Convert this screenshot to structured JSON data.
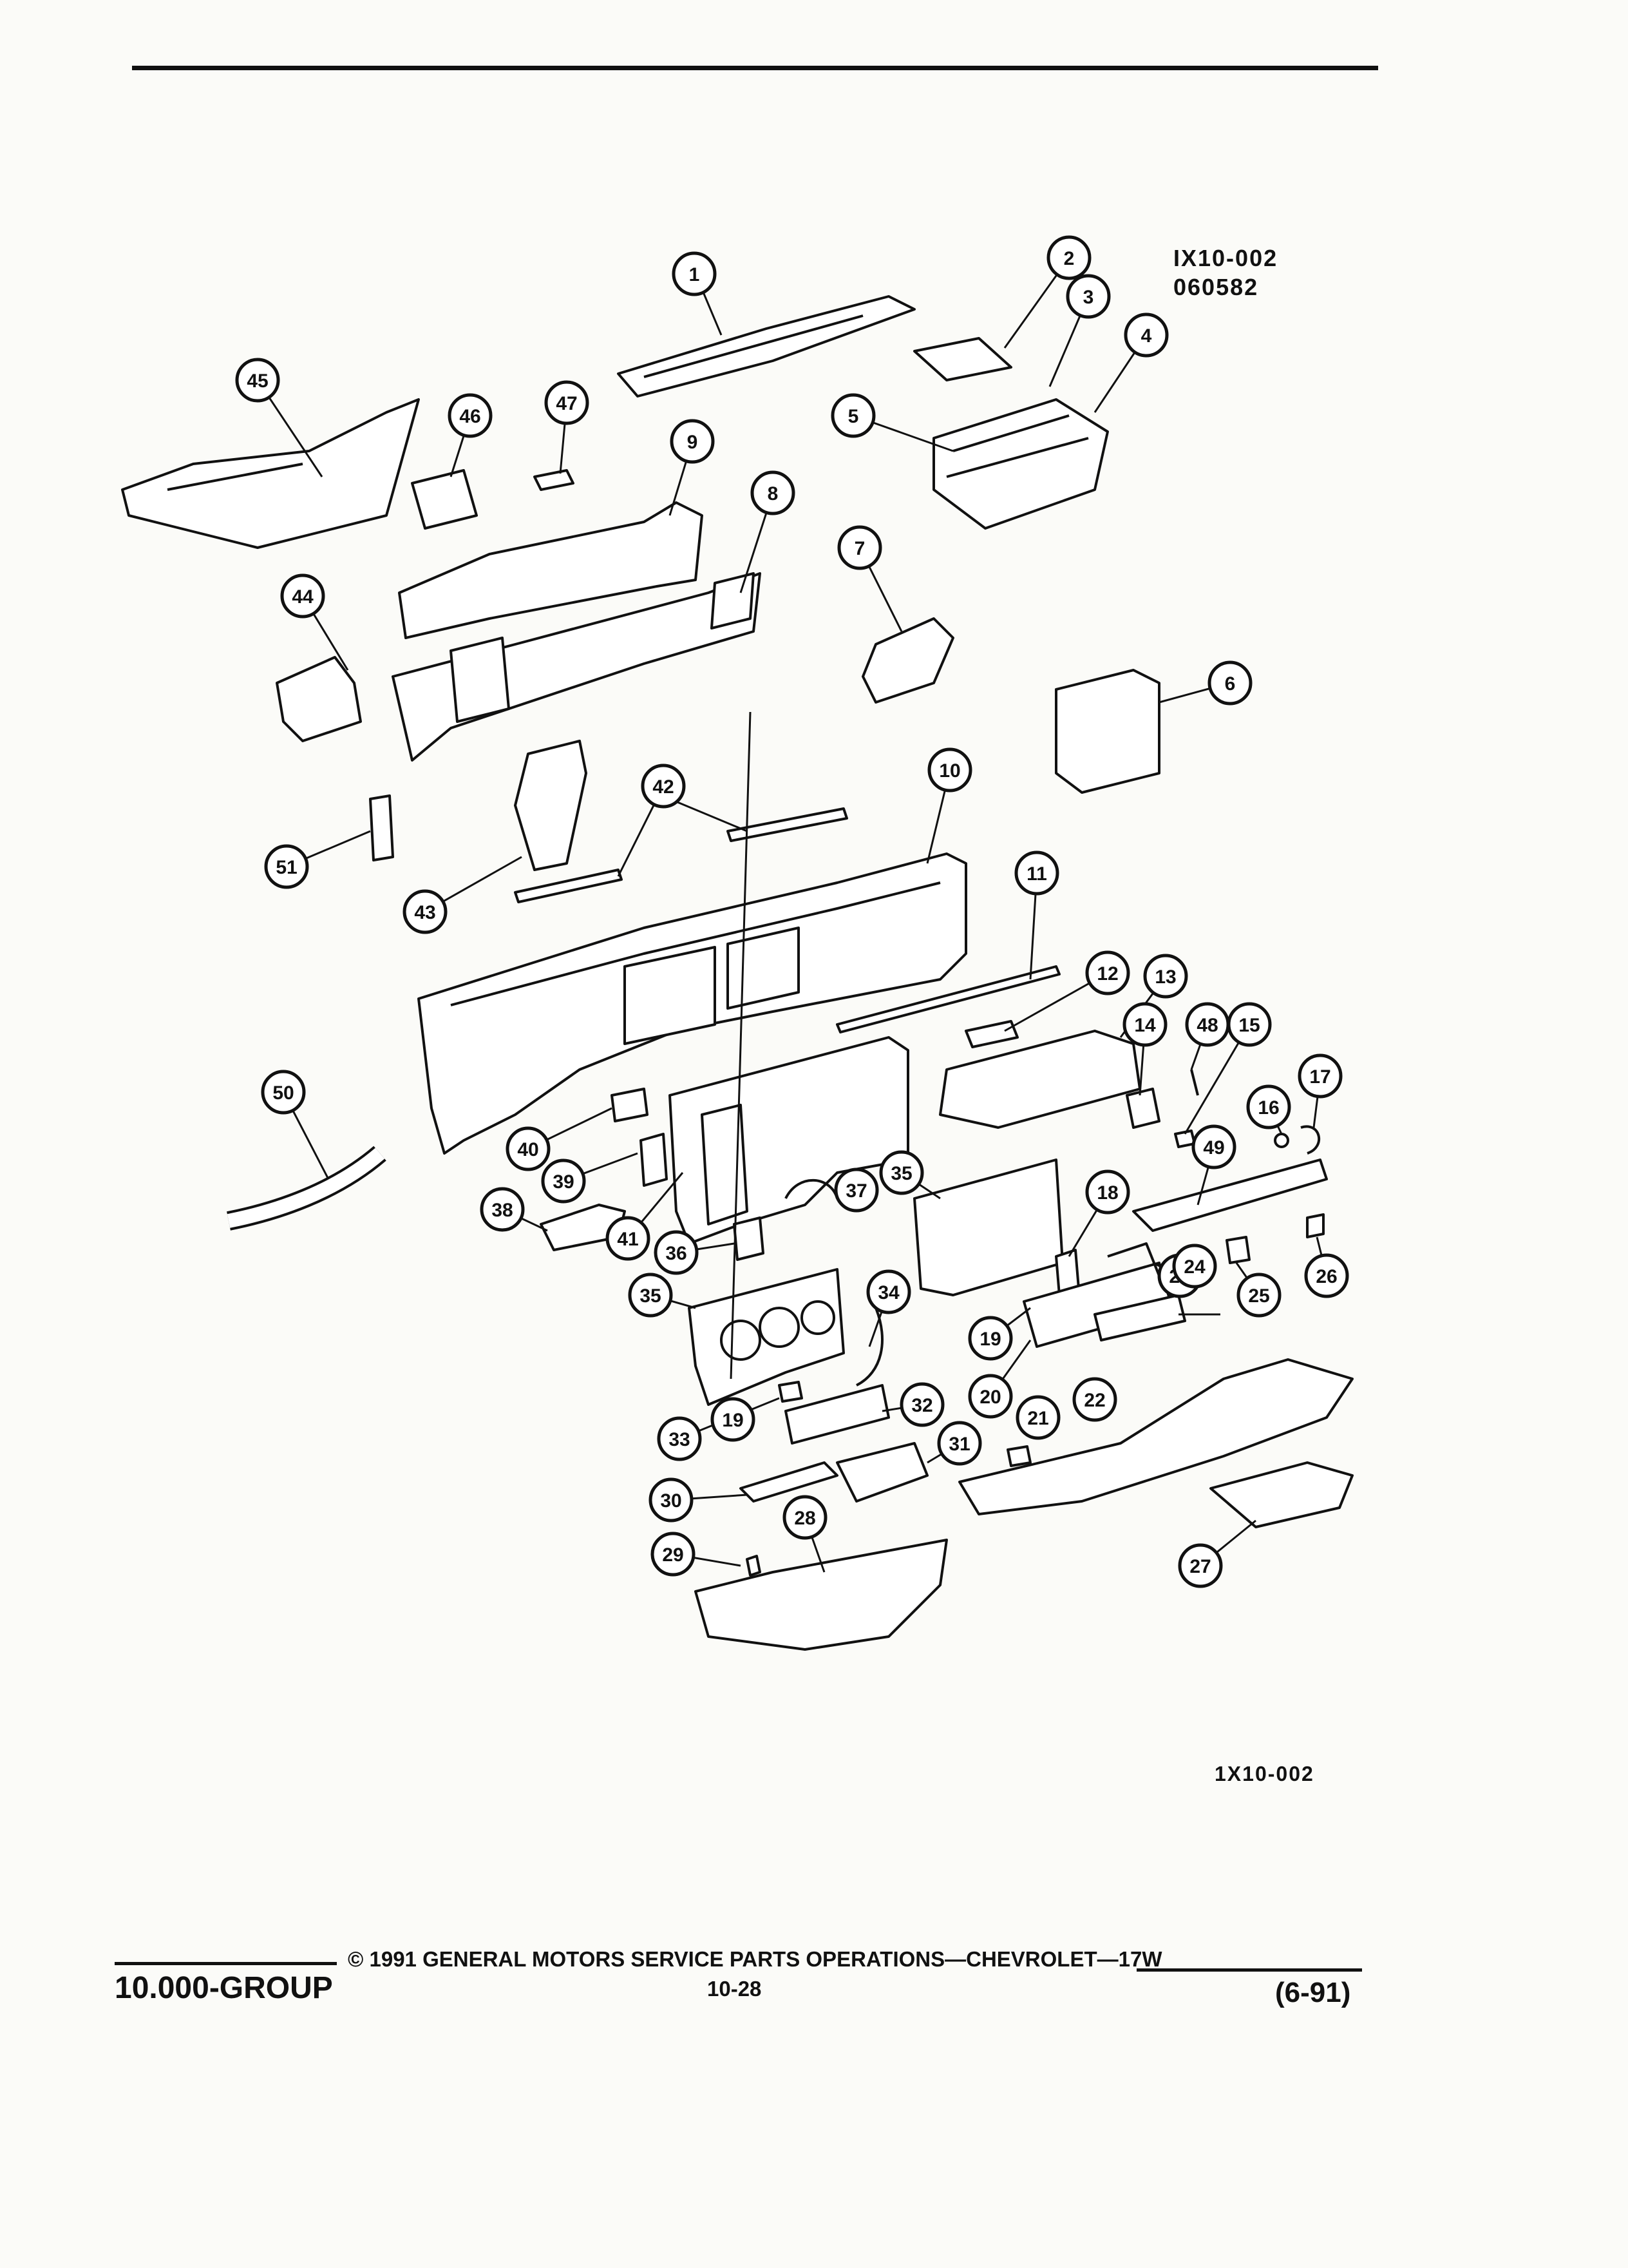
{
  "figure": {
    "id_line1": "IX10-002",
    "id_line2": "060582",
    "bottom_label": "1X10-002"
  },
  "callouts": [
    {
      "n": "1"
    },
    {
      "n": "2"
    },
    {
      "n": "3"
    },
    {
      "n": "4"
    },
    {
      "n": "5"
    },
    {
      "n": "6"
    },
    {
      "n": "7"
    },
    {
      "n": "8"
    },
    {
      "n": "9"
    },
    {
      "n": "10"
    },
    {
      "n": "11"
    },
    {
      "n": "12"
    },
    {
      "n": "13"
    },
    {
      "n": "14"
    },
    {
      "n": "15"
    },
    {
      "n": "16"
    },
    {
      "n": "17"
    },
    {
      "n": "18"
    },
    {
      "n": "19"
    },
    {
      "n": "19"
    },
    {
      "n": "20"
    },
    {
      "n": "21"
    },
    {
      "n": "22"
    },
    {
      "n": "23"
    },
    {
      "n": "24"
    },
    {
      "n": "25"
    },
    {
      "n": "26"
    },
    {
      "n": "27"
    },
    {
      "n": "28"
    },
    {
      "n": "29"
    },
    {
      "n": "30"
    },
    {
      "n": "31"
    },
    {
      "n": "32"
    },
    {
      "n": "33"
    },
    {
      "n": "34"
    },
    {
      "n": "35"
    },
    {
      "n": "35"
    },
    {
      "n": "36"
    },
    {
      "n": "37"
    },
    {
      "n": "38"
    },
    {
      "n": "39"
    },
    {
      "n": "40"
    },
    {
      "n": "41"
    },
    {
      "n": "42"
    },
    {
      "n": "43"
    },
    {
      "n": "44"
    },
    {
      "n": "45"
    },
    {
      "n": "46"
    },
    {
      "n": "47"
    },
    {
      "n": "48"
    },
    {
      "n": "49"
    },
    {
      "n": "50"
    },
    {
      "n": "51"
    }
  ],
  "footer": {
    "copyright": "© 1991 GENERAL MOTORS SERVICE PARTS OPERATIONS—CHEVROLET—17W",
    "group": "10.000-GROUP",
    "page": "10-28",
    "revision": "(6-91)"
  }
}
